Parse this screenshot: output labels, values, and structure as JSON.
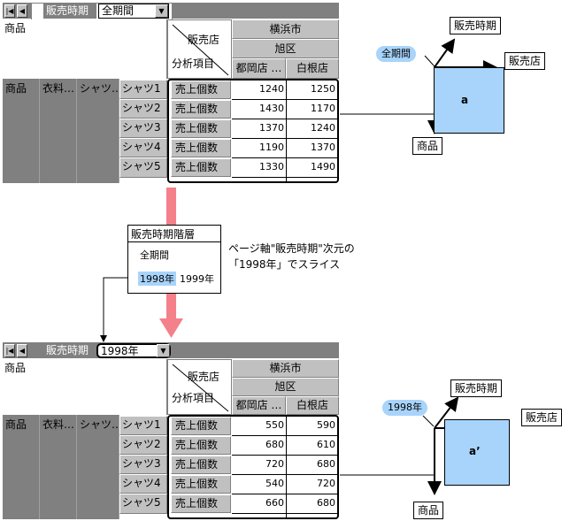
{
  "top_panel": {
    "page_axis_label": "販売時期",
    "page_value": "全期間",
    "row_axis_label": "商品",
    "col_headers": {
      "store": "販売店",
      "analysis": "分析項目",
      "city": "横浜市",
      "ward": "旭区",
      "stores": [
        "都岡店 …",
        "白根店"
      ]
    },
    "row_levels": [
      "商品",
      "衣料…",
      "シャツ…"
    ],
    "rows": [
      {
        "item": "シャツ1",
        "measure": "売上個数",
        "v1": "1240",
        "v2": "1250"
      },
      {
        "item": "シャツ2",
        "measure": "売上個数",
        "v1": "1430",
        "v2": "1170"
      },
      {
        "item": "シャツ3",
        "measure": "売上個数",
        "v1": "1370",
        "v2": "1240"
      },
      {
        "item": "シャツ4",
        "measure": "売上個数",
        "v1": "1190",
        "v2": "1370"
      },
      {
        "item": "シャツ5",
        "measure": "売上個数",
        "v1": "1330",
        "v2": "1490"
      }
    ]
  },
  "top_cube": {
    "time_label": "販売時期",
    "store_label": "販売店",
    "product_label": "商品",
    "slice_bubble": "全期間",
    "point_label": "a"
  },
  "hierarchy": {
    "title": "販売時期階層",
    "root": "全期間",
    "left": "1998年",
    "right": "1999年"
  },
  "note": {
    "line1": "ページ軸\"販売時期\"次元の",
    "line2": "「1998年」でスライス"
  },
  "bottom_panel": {
    "page_axis_label": "販売時期",
    "page_value": "1998年",
    "row_axis_label": "商品",
    "col_headers": {
      "store": "販売店",
      "analysis": "分析項目",
      "city": "横浜市",
      "ward": "旭区",
      "stores": [
        "都岡店 …",
        "白根店"
      ]
    },
    "row_levels": [
      "商品",
      "衣料…",
      "シャツ…"
    ],
    "rows": [
      {
        "item": "シャツ1",
        "measure": "売上個数",
        "v1": "550",
        "v2": "590"
      },
      {
        "item": "シャツ2",
        "measure": "売上個数",
        "v1": "680",
        "v2": "610"
      },
      {
        "item": "シャツ3",
        "measure": "売上個数",
        "v1": "720",
        "v2": "680"
      },
      {
        "item": "シャツ4",
        "measure": "売上個数",
        "v1": "540",
        "v2": "720"
      },
      {
        "item": "シャツ5",
        "measure": "売上個数",
        "v1": "660",
        "v2": "680"
      }
    ]
  },
  "bottom_cube": {
    "time_label": "販売時期",
    "store_label": "販売店",
    "product_label": "商品",
    "slice_bubble": "1998年",
    "point_label": "a’"
  },
  "colors": {
    "cube_fill": "#a8d4fb",
    "arrow_pink": "#f4808a",
    "grid_gray": "#c0c0c0",
    "dark_gray": "#808080"
  }
}
